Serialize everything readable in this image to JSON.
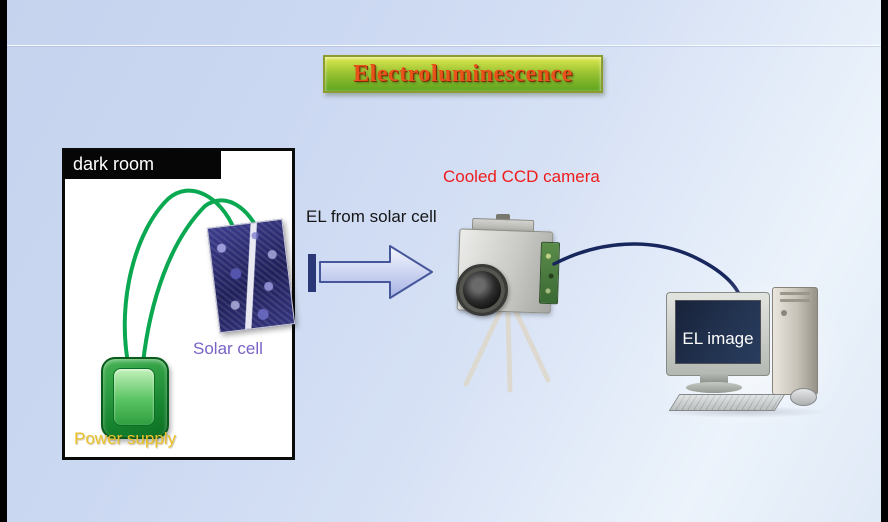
{
  "slide": {
    "title": "Electroluminescence"
  },
  "dark_room": {
    "label": "dark room",
    "solar_cell_label": "Solar cell",
    "power_supply_label": "Power supply"
  },
  "flow": {
    "arrow_label": "EL from solar cell",
    "camera_label": "Cooled CCD camera"
  },
  "computer": {
    "screen_label": "EL image"
  },
  "colors": {
    "title_text": "#e8531a",
    "title_bg_top": "#dfe94f",
    "title_bg_bottom": "#5ea41e",
    "camera_label": "#ee1c1c",
    "solar_cell_label": "#7a62c6",
    "power_supply_label": "#eac22b",
    "wire_green": "#0aa851",
    "cable_navy": "#18265e",
    "background_blue": "#cbd8f1",
    "arrow_fill": "#b0bce8",
    "arrow_stroke": "#46569a"
  }
}
